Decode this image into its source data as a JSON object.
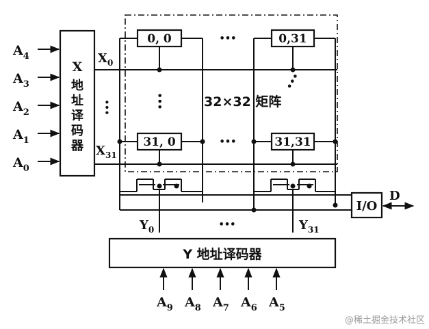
{
  "x_decoder": {
    "title": "X",
    "chars": [
      "地",
      "址",
      "译",
      "码",
      "器"
    ]
  },
  "x_inputs": [
    {
      "base": "A",
      "sub": "4"
    },
    {
      "base": "A",
      "sub": "3"
    },
    {
      "base": "A",
      "sub": "2"
    },
    {
      "base": "A",
      "sub": "1"
    },
    {
      "base": "A",
      "sub": "0"
    }
  ],
  "x_outputs": [
    {
      "base": "X",
      "sub": "0"
    },
    {
      "base": "X",
      "sub": "31"
    }
  ],
  "cells": [
    {
      "label": "0, 0"
    },
    {
      "label": "0,31"
    },
    {
      "label": "31, 0"
    },
    {
      "label": "31,31"
    }
  ],
  "matrix_label": "32×32  矩阵",
  "ellipsis": "•••",
  "y_outputs": [
    {
      "base": "Y",
      "sub": "0"
    },
    {
      "base": "Y",
      "sub": "31"
    }
  ],
  "y_decoder": {
    "label": "Y 地址译码器"
  },
  "y_inputs": [
    {
      "base": "A",
      "sub": "9"
    },
    {
      "base": "A",
      "sub": "8"
    },
    {
      "base": "A",
      "sub": "7"
    },
    {
      "base": "A",
      "sub": "6"
    },
    {
      "base": "A",
      "sub": "5"
    }
  ],
  "io_box": {
    "label": "I/O"
  },
  "data_out": {
    "label": "D"
  },
  "watermark": "@稀土掘金技术社区"
}
